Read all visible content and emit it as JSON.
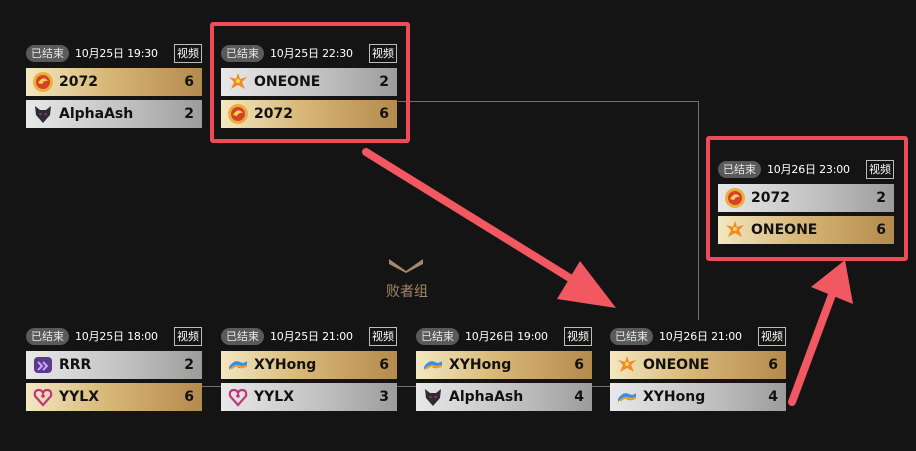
{
  "losers_label": "败者组",
  "matches": [
    {
      "status": "已结束",
      "datetime": "10月25日 19:30",
      "video": "视频",
      "teams": [
        {
          "name": "2072",
          "score": "6",
          "result": "win",
          "logo": "dragon-logo"
        },
        {
          "name": "AlphaAsh",
          "score": "2",
          "result": "lose",
          "logo": "wolf-logo"
        }
      ]
    },
    {
      "status": "已结束",
      "datetime": "10月25日 22:30",
      "video": "视频",
      "teams": [
        {
          "name": "ONEONE",
          "score": "2",
          "result": "lose",
          "logo": "phoenix-logo"
        },
        {
          "name": "2072",
          "score": "6",
          "result": "win",
          "logo": "dragon-logo"
        }
      ]
    },
    {
      "status": "已结束",
      "datetime": "10月26日 23:00",
      "video": "视频",
      "teams": [
        {
          "name": "2072",
          "score": "2",
          "result": "lose",
          "logo": "dragon-logo"
        },
        {
          "name": "ONEONE",
          "score": "6",
          "result": "win",
          "logo": "phoenix-logo"
        }
      ]
    },
    {
      "status": "已结束",
      "datetime": "10月25日 18:00",
      "video": "视频",
      "teams": [
        {
          "name": "RRR",
          "score": "2",
          "result": "lose",
          "logo": "rrr-logo"
        },
        {
          "name": "YYLX",
          "score": "6",
          "result": "win",
          "logo": "heart-logo"
        }
      ]
    },
    {
      "status": "已结束",
      "datetime": "10月25日 21:00",
      "video": "视频",
      "teams": [
        {
          "name": "XYHong",
          "score": "6",
          "result": "win",
          "logo": "wave-logo"
        },
        {
          "name": "YYLX",
          "score": "3",
          "result": "lose",
          "logo": "heart-logo"
        }
      ]
    },
    {
      "status": "已结束",
      "datetime": "10月26日 19:00",
      "video": "视频",
      "teams": [
        {
          "name": "XYHong",
          "score": "6",
          "result": "win",
          "logo": "wave-logo"
        },
        {
          "name": "AlphaAsh",
          "score": "4",
          "result": "lose",
          "logo": "wolf-logo"
        }
      ]
    },
    {
      "status": "已结束",
      "datetime": "10月26日 21:00",
      "video": "视频",
      "teams": [
        {
          "name": "ONEONE",
          "score": "6",
          "result": "win",
          "logo": "phoenix-logo"
        },
        {
          "name": "XYHong",
          "score": "4",
          "result": "lose",
          "logo": "wave-logo"
        }
      ]
    }
  ],
  "colors": {
    "highlight": "#ee4b56",
    "arrow": "#f25862",
    "accent_gold": "#a4886a",
    "background": "#141414"
  }
}
